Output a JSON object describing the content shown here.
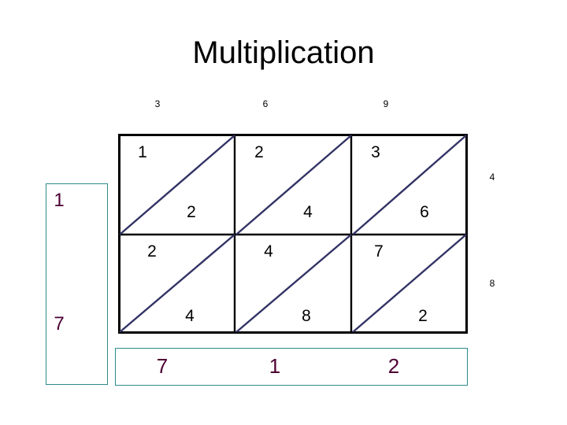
{
  "slide": {
    "title": "Multiplication",
    "background_color": "#ffffff"
  },
  "colors": {
    "title": "#000000",
    "grid_line": "#000000",
    "diagonal_line": "#333366",
    "teal_box_border": "#2e8b8b",
    "answer_digit": "#4d0033",
    "cell_digit": "#000000"
  },
  "lattice": {
    "columns": 3,
    "rows": 2,
    "column_headers": [
      "3",
      "6",
      "9"
    ],
    "row_labels": [
      "1",
      "7"
    ],
    "cells": [
      {
        "row": 0,
        "col": 0,
        "upper": "1",
        "lower": "2"
      },
      {
        "row": 0,
        "col": 1,
        "upper": "2",
        "lower": "4"
      },
      {
        "row": 0,
        "col": 2,
        "upper": "3",
        "lower": "6"
      },
      {
        "row": 1,
        "col": 0,
        "upper": "2",
        "lower": "4"
      },
      {
        "row": 1,
        "col": 1,
        "upper": "4",
        "lower": "8"
      },
      {
        "row": 1,
        "col": 2,
        "upper": "7",
        "lower": "2"
      }
    ],
    "side_digits": [
      "4",
      "8"
    ],
    "answer_digits": [
      "7",
      "1",
      "2"
    ]
  }
}
